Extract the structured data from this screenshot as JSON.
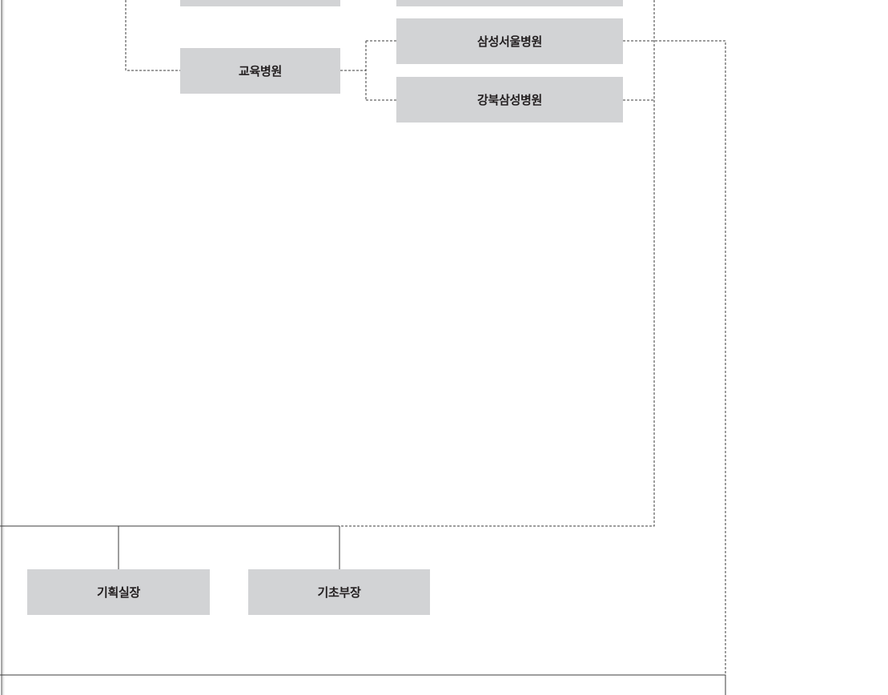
{
  "diagram": {
    "nodes": {
      "education_hospital": "교육병원",
      "samsung_seoul_hospital": "삼성서울병원",
      "kangbuk_samsung_hospital": "강북삼성병원",
      "planning_director": "기획실장",
      "basic_manager": "기초부장"
    },
    "colors": {
      "box_fill": "#d2d3d5",
      "text": "#231f20",
      "line": "#3c3c3c"
    }
  }
}
